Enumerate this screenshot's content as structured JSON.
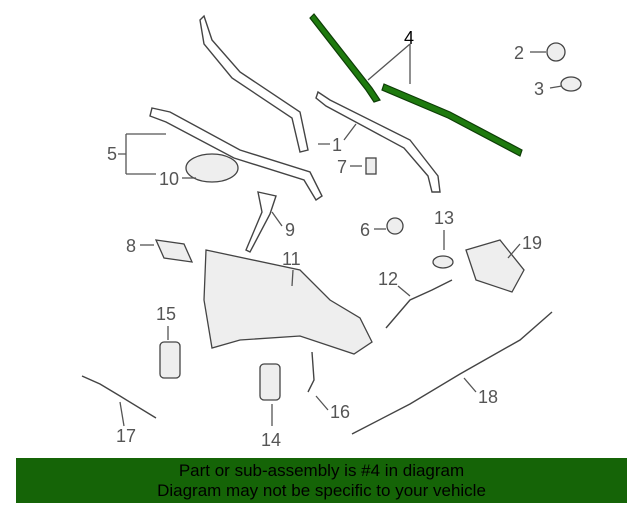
{
  "diagram": {
    "highlight_color": "#1e7a0e",
    "callouts": [
      "1",
      "2",
      "3",
      "4",
      "5",
      "6",
      "7",
      "8",
      "9",
      "10",
      "11",
      "12",
      "13",
      "14",
      "15",
      "16",
      "17",
      "18",
      "19"
    ]
  },
  "banner": {
    "line1": "Part or sub-assembly is #4 in diagram",
    "line2": "Diagram may not be specific to your vehicle",
    "color": "#156407"
  }
}
